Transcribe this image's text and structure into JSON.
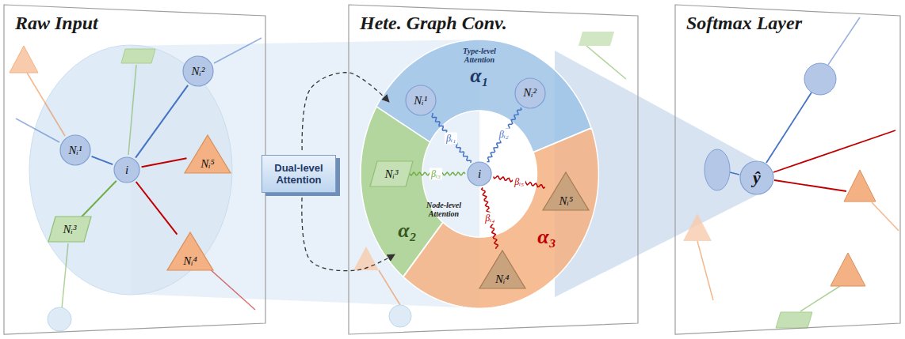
{
  "diagram": {
    "nodes": [
      {
        "text": [
          "Raw Input"
        ]
      },
      {
        "text": [
          "i"
        ],
        "in": 0
      },
      {
        "text": [
          "Nᵢ¹"
        ],
        "in": 0
      },
      {
        "text": [
          "Nᵢ²"
        ],
        "in": 0
      },
      {
        "text": [
          "Nᵢ³"
        ],
        "in": 0
      },
      {
        "text": [
          "Nᵢ⁴"
        ],
        "in": 0
      },
      {
        "text": [
          "Nᵢ⁵"
        ],
        "in": 0
      },
      {
        "text": [
          "Dual-level Attention"
        ]
      },
      {
        "text": [
          "Hete. Graph Conv."
        ]
      },
      {
        "text": [
          "Type-level Attention",
          "α₁"
        ],
        "in": 8
      },
      {
        "text": [
          "α₂"
        ],
        "in": 8
      },
      {
        "text": [
          "α₃"
        ],
        "in": 8
      },
      {
        "text": [
          "i"
        ],
        "in": 8
      },
      {
        "text": [
          "Nᵢ¹"
        ],
        "in": 9
      },
      {
        "text": [
          "Nᵢ²"
        ],
        "in": 9
      },
      {
        "text": [
          "Nᵢ³"
        ],
        "in": 10
      },
      {
        "text": [
          "Nᵢ⁵"
        ],
        "in": 11
      },
      {
        "text": [
          "Nᵢ⁴"
        ],
        "in": 11
      },
      {
        "text": [
          "Softmax Layer"
        ]
      },
      {
        "text": [
          "ŷ"
        ],
        "in": 18
      }
    ],
    "edges": [
      {
        "from": 1,
        "to": 2,
        "arrow": "none"
      },
      {
        "from": 1,
        "to": 3,
        "arrow": "none"
      },
      {
        "from": 1,
        "to": 4,
        "arrow": "none"
      },
      {
        "from": 1,
        "to": 5,
        "arrow": "none"
      },
      {
        "from": 1,
        "to": 6,
        "arrow": "none"
      },
      {
        "from": 7,
        "to": 9,
        "arrow": "to"
      },
      {
        "from": 7,
        "to": 10,
        "arrow": "to"
      },
      {
        "from": 12,
        "to": 13,
        "label": "βᵢ₁",
        "arrow": "none"
      },
      {
        "from": 12,
        "to": 14,
        "label": "βᵢ₂",
        "arrow": "none"
      },
      {
        "from": 12,
        "to": 15,
        "label": "βᵢ₃",
        "arrow": "none"
      },
      {
        "from": 12,
        "to": 17,
        "label": "βᵢ₄",
        "arrow": "none"
      },
      {
        "from": 12,
        "to": 16,
        "label": "βᵢ₅",
        "arrow": "none"
      }
    ],
    "labels": [
      "Node-level Attention"
    ]
  }
}
